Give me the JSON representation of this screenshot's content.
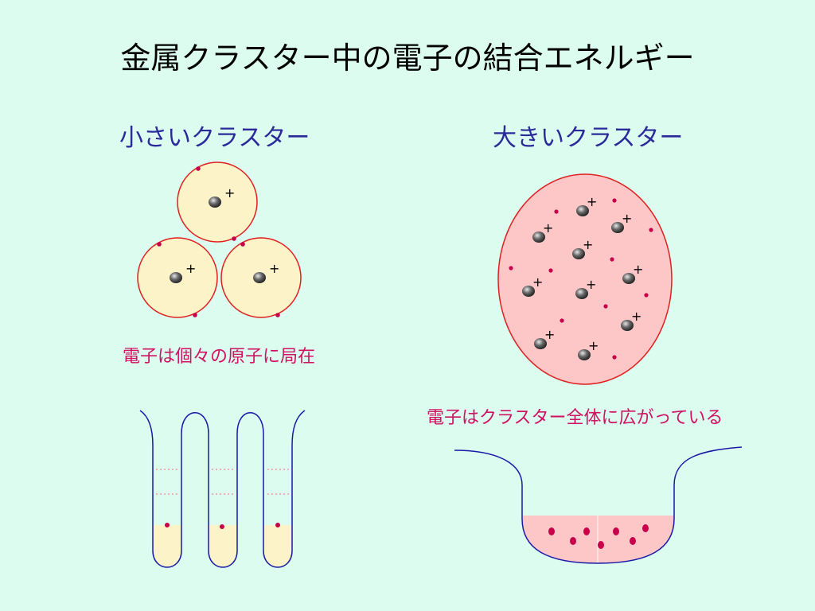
{
  "title": "金属クラスター中の電子の結合エネルギー",
  "small_cluster": {
    "heading": "小さいクラスター",
    "caption": "電子は個々の原子に局在"
  },
  "large_cluster": {
    "heading": "大きいクラスター",
    "caption": "電子はクラスター全体に広がっている"
  },
  "symbols": {
    "ion_charge": "+"
  },
  "colors": {
    "background": "#dcfcef",
    "heading": "#2b2a9a",
    "caption": "#d01262",
    "atom_fill": "#fdf3c8",
    "outline": "#e02020",
    "cluster_fill": "#fdc7c7",
    "electron": "#c8004a",
    "well_line": "#1a1aa8",
    "dotted_level": "#f29aa0"
  }
}
